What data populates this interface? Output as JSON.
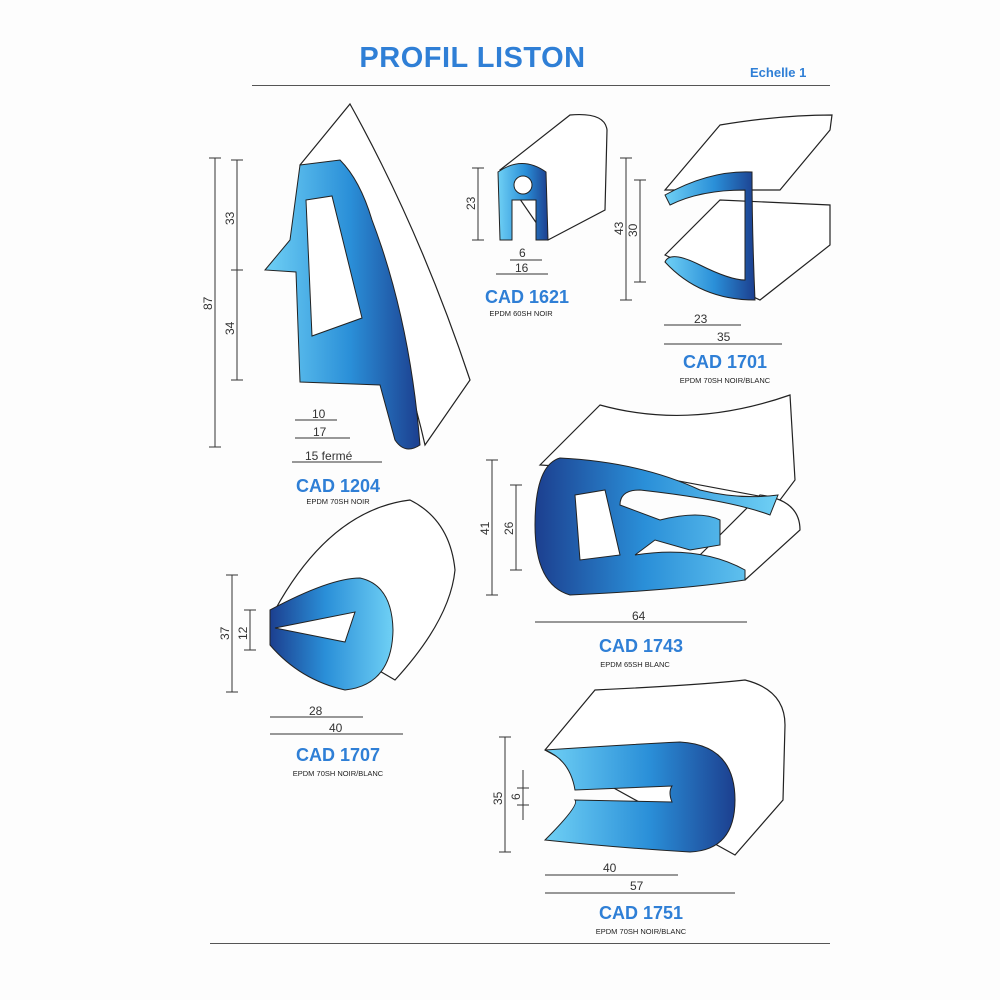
{
  "header": {
    "title": "PROFIL LISTON",
    "scale": "Echelle 1"
  },
  "profiles": [
    {
      "code": "CAD 1204",
      "material": "EPDM 70SH NOIR",
      "dims": [
        "87",
        "33",
        "34",
        "10",
        "17",
        "15 fermé"
      ]
    },
    {
      "code": "CAD 1621",
      "material": "EPDM 60SH NOIR",
      "dims": [
        "23",
        "6",
        "16"
      ]
    },
    {
      "code": "CAD 1701",
      "material": "EPDM 70SH NOIR/BLANC",
      "dims": [
        "43",
        "30",
        "23",
        "35"
      ]
    },
    {
      "code": "CAD 1743",
      "material": "EPDM 65SH BLANC",
      "dims": [
        "41",
        "26",
        "64"
      ]
    },
    {
      "code": "CAD 1707",
      "material": "EPDM 70SH NOIR/BLANC",
      "dims": [
        "37",
        "12",
        "28",
        "40"
      ]
    },
    {
      "code": "CAD 1751",
      "material": "EPDM 70SH NOIR/BLANC",
      "dims": [
        "35",
        "6",
        "40",
        "57"
      ]
    }
  ],
  "colors": {
    "accent": "#2f7fd6",
    "profile_light": "#5cc3ee",
    "profile_dark": "#1c3f8f"
  }
}
